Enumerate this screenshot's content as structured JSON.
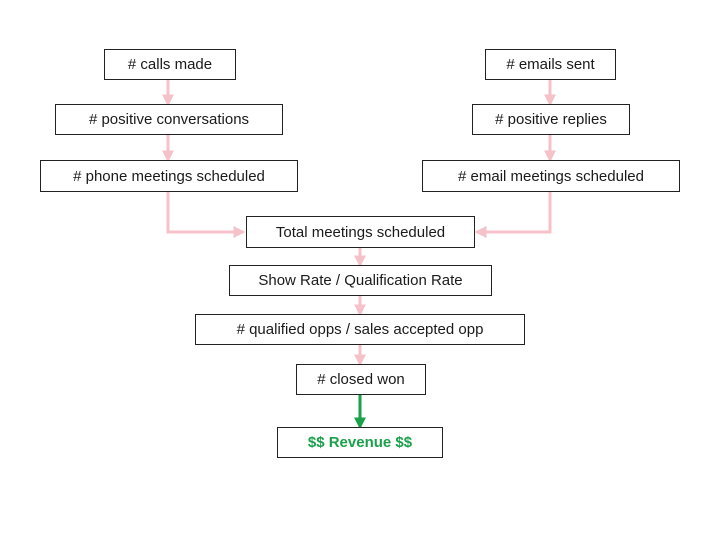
{
  "colors": {
    "connector": "#f4c2c8",
    "revenue_arrow": "#1aa14a",
    "revenue_text": "#1aa14a",
    "box_border": "#222222"
  },
  "nodes": {
    "calls_made": "# calls made",
    "positive_conversations": "# positive conversations",
    "phone_meetings": "# phone meetings scheduled",
    "emails_sent": "# emails sent",
    "positive_replies": "# positive replies",
    "email_meetings": "# email meetings scheduled",
    "total_meetings": "Total meetings scheduled",
    "show_rate": "Show Rate / Qualification Rate",
    "qualified_opps": "# qualified opps / sales accepted opp",
    "closed_won": "# closed won",
    "revenue": "$$ Revenue $$"
  }
}
